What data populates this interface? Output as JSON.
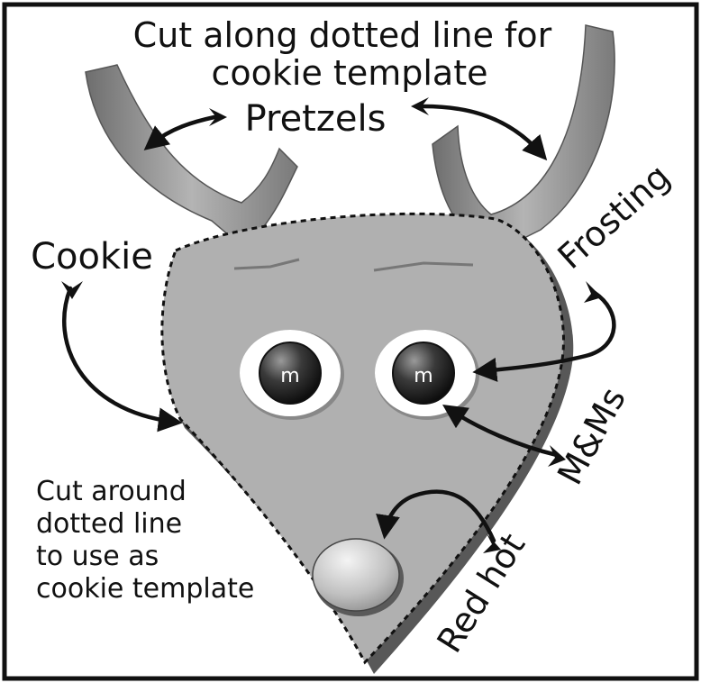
{
  "title": {
    "line1": "Cut along dotted line for",
    "line2": "cookie template"
  },
  "labels": {
    "pretzels": "Pretzels",
    "cookie": "Cookie",
    "frosting": "Frosting",
    "mms": "M&Ms",
    "red_hot": "Red hot",
    "candy_letter": "m"
  },
  "note": {
    "line1": "Cut around",
    "line2": "dotted line",
    "line3": "to use as",
    "line4": "cookie template"
  },
  "colors": {
    "border": "#111111",
    "cookie": "#b0b0b0",
    "cookie_shadow": "#585858",
    "pretzel": "#8c8c8c",
    "frosting": "#ffffff",
    "mm": "#2b2b2b",
    "red_hot": "#c8c8c8",
    "arrow": "#111111"
  }
}
